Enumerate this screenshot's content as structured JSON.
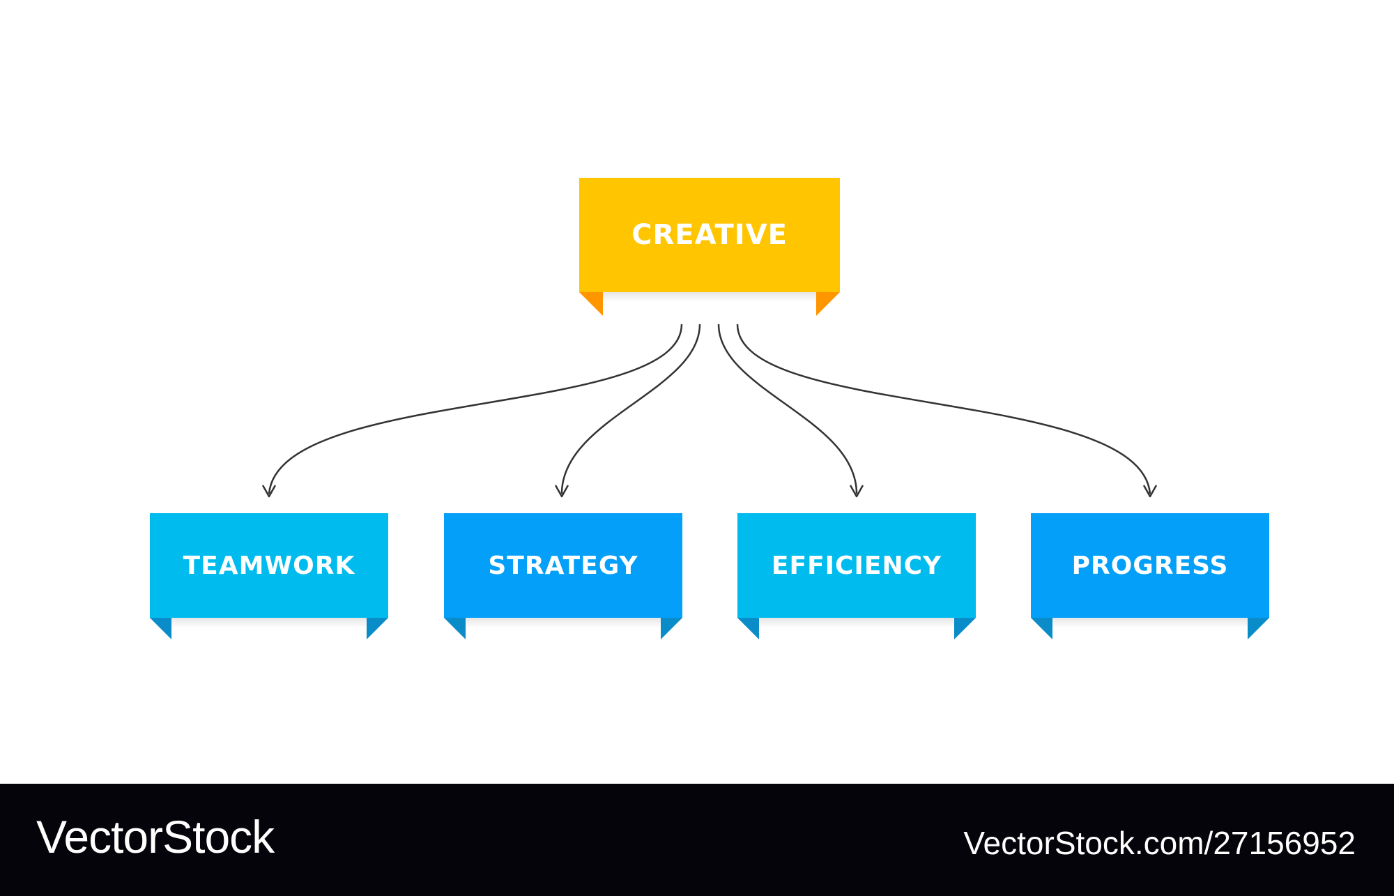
{
  "colors": {
    "root_face": "#ffc501",
    "root_fold": "#ff9600",
    "child_light_face": "#00bbee",
    "child_dark_face": "#039ff9",
    "child_fold": "#0a8cc9",
    "connector": "#333333",
    "footer_bg": "#04040a"
  },
  "root": {
    "label": "CREATIVE"
  },
  "children": [
    {
      "label": "TEAMWORK",
      "tone": "light"
    },
    {
      "label": "STRATEGY",
      "tone": "dark"
    },
    {
      "label": "EFFICIENCY",
      "tone": "light"
    },
    {
      "label": "PROGRESS",
      "tone": "dark"
    }
  ],
  "footer": {
    "brand": "VectorStock",
    "url": "VectorStock.com/27156952"
  }
}
